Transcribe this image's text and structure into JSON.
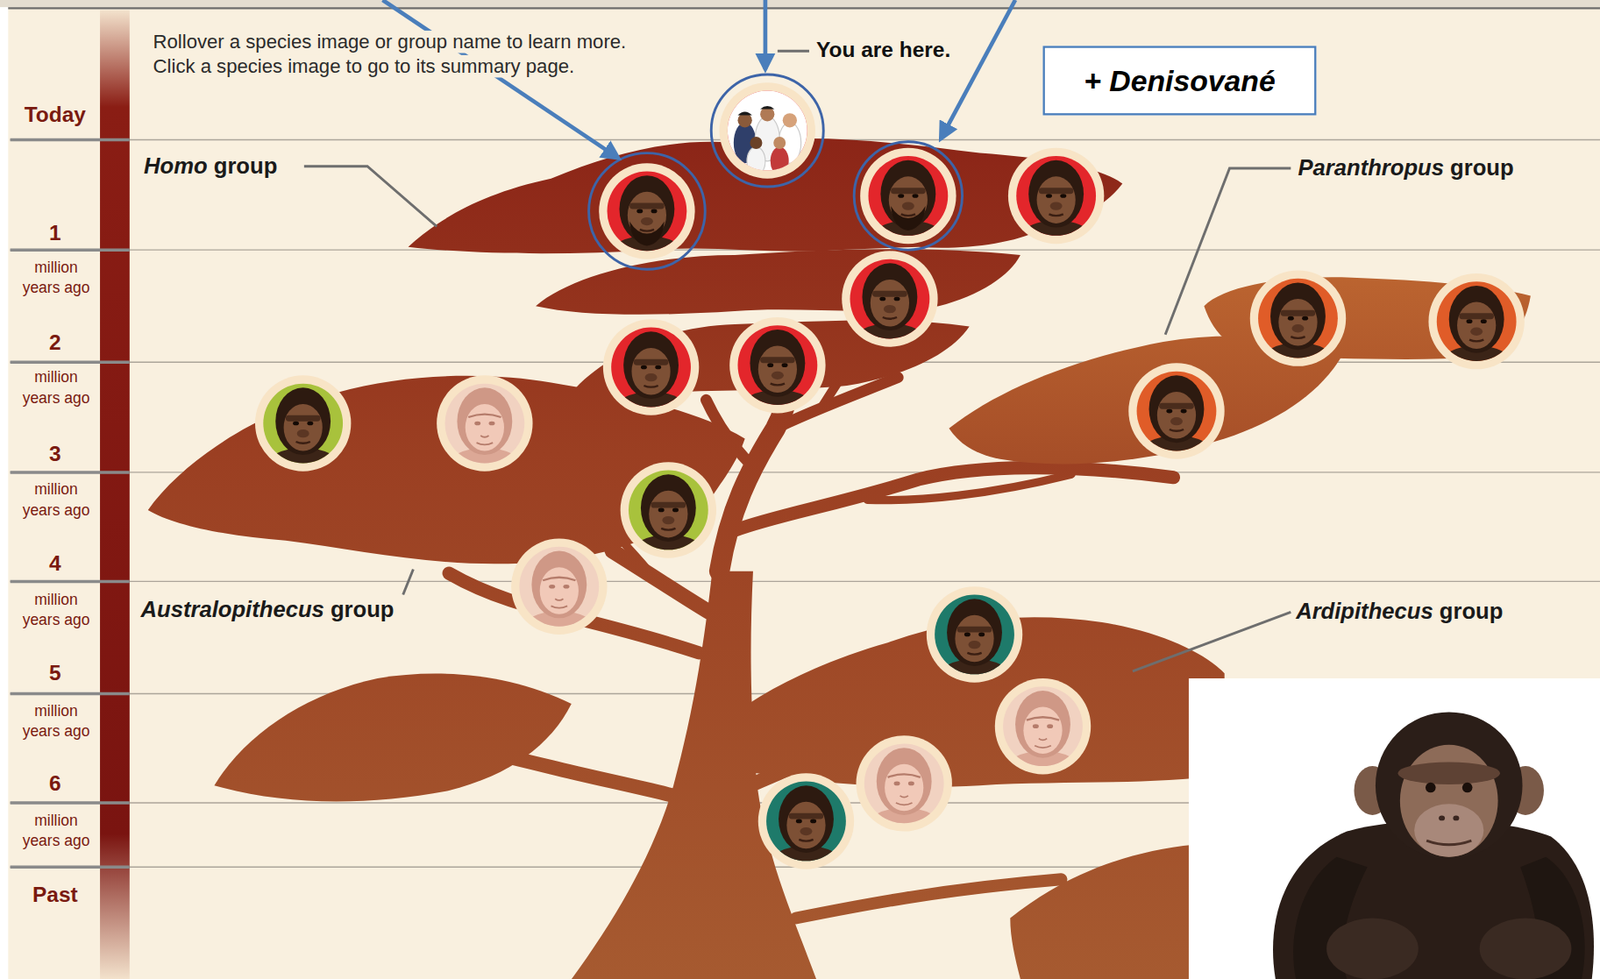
{
  "diagram": {
    "nodes": [
      {
        "text": [
          "+ Denisované"
        ]
      }
    ],
    "labels": [
      "Rollover a species image or group name to learn more.",
      "Click a species image to go to its summary page.",
      "You are here.",
      "Today",
      "1",
      "million years ago",
      "2",
      "million years ago",
      "3",
      "million years ago",
      "4",
      "million years ago",
      "5",
      "million years ago",
      "6",
      "million years ago",
      "Past",
      "Homo group",
      "Paranthropus group",
      "Australopithecus group",
      "Ardipithecus group"
    ]
  }
}
